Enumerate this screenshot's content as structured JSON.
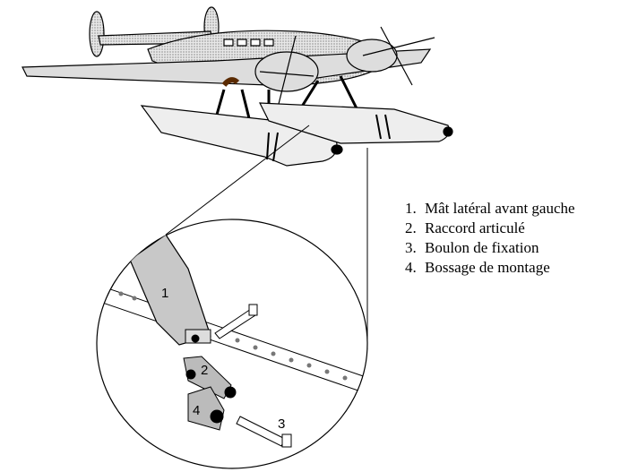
{
  "legend": [
    {
      "number": "1.",
      "text": "Mât latéral avant gauche"
    },
    {
      "number": "2.",
      "text": "Raccord articulé"
    },
    {
      "number": "3.",
      "text": "Boulon de fixation"
    },
    {
      "number": "4.",
      "text": "Bossage de montage"
    }
  ],
  "callouts": {
    "c1": "1",
    "c2": "2",
    "c3": "3",
    "c4": "4"
  },
  "colors": {
    "part_fill": "#c8c8c8",
    "stroke": "#000000"
  }
}
